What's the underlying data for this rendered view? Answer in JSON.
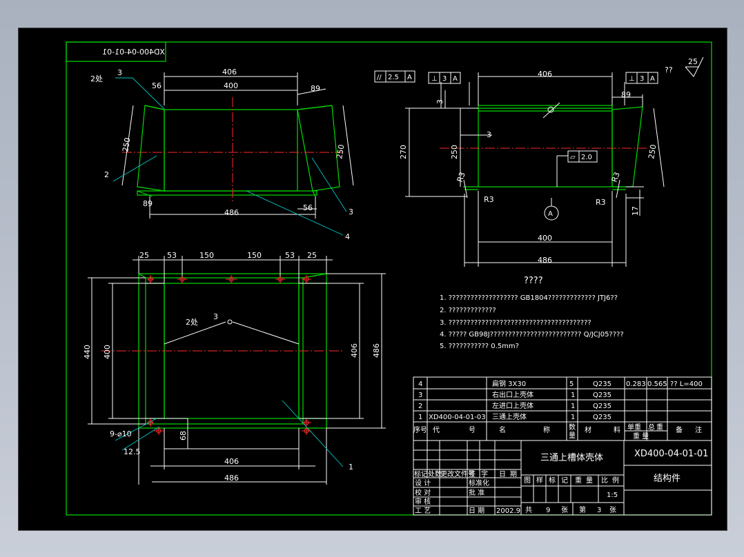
{
  "drawing_code_mirrored": "XD400-04-01-01",
  "dims": {
    "d406": "406",
    "d400": "400",
    "d486": "486",
    "d56": "56",
    "d89": "89",
    "d250": "250",
    "d270": "270",
    "d25": "25",
    "d53": "53",
    "d150": "150",
    "d440": "440",
    "d3": "3",
    "d17": "17",
    "r3": "R3",
    "d68": "68"
  },
  "weld_note": "2处",
  "weld_num": "3",
  "callouts": {
    "c1": "1",
    "c2": "2",
    "c3": "3",
    "c4": "4"
  },
  "holes": {
    "count": "9-⌀10",
    "angle": "12.5"
  },
  "tolerances": {
    "parallel_sym": "//",
    "parallel_val": "2.5",
    "parallel_ref": "A",
    "perp_sym": "⊥",
    "perp_val": "3",
    "perp_ref": "A",
    "flat_sym": "▱",
    "flat_val": "2.0",
    "datum": "A"
  },
  "roughness": {
    "prefix": "??",
    "value": "25"
  },
  "notes_title": "????",
  "notes": [
    "1. ???????????????????        GB1804?????????????         JTJ6??",
    "2. ?????????????",
    "3. ???????????????????????????????????????",
    "4. ?????     GB98J?????????????????????????               Q/JCJ05????",
    "5. ???????????      0.5mm?"
  ],
  "bom": {
    "rows": [
      {
        "no": "4",
        "code": "",
        "name": "扁钢 3X30",
        "qty": "5",
        "mat": "Q235",
        "unit": "0.283",
        "total": "0.565",
        "note": "?? L=400"
      },
      {
        "no": "3",
        "code": "",
        "name": "右出口上壳体",
        "qty": "1",
        "mat": "Q235",
        "unit": "",
        "total": "",
        "note": ""
      },
      {
        "no": "2",
        "code": "",
        "name": "左进口上壳体",
        "qty": "1",
        "mat": "Q235",
        "unit": "",
        "total": "",
        "note": ""
      },
      {
        "no": "1",
        "code": "XD400-04-01-03",
        "name": "三通上壳体",
        "qty": "1",
        "mat": "Q235",
        "unit": "",
        "total": "",
        "note": ""
      }
    ],
    "header": {
      "no": "序号",
      "code1": "代",
      "code2": "号",
      "name1": "名",
      "name2": "称",
      "qty1": "数",
      "qty2": "量",
      "mat1": "材",
      "mat2": "料",
      "unit1": "单",
      "unit2": "重",
      "total1": "总",
      "total2": "重",
      "weight": "重 量",
      "note1": "备",
      "note2": "注"
    }
  },
  "title_block": {
    "part_name": "三通上槽体壳体",
    "drawing_no": "XD400-04-01-01",
    "type": "结构件",
    "rev_labels": [
      "标记",
      "处数",
      "更改文件号",
      "签",
      "字",
      "日",
      "期"
    ],
    "roles": [
      "设  计",
      "校  对",
      "审  核",
      "工  艺"
    ],
    "std": "标准化",
    "approve": "批  准",
    "date_label": "日  期",
    "date": "2002.9",
    "stage_labels": [
      "图",
      "样",
      "标",
      "记",
      "重",
      "量",
      "比",
      "例"
    ],
    "scale": "1:5",
    "total_label": "共",
    "total_sheets": "9",
    "sheet_unit": "张",
    "sheet_label": "第",
    "sheet_no": "3",
    "sheet_unit2": "张"
  }
}
